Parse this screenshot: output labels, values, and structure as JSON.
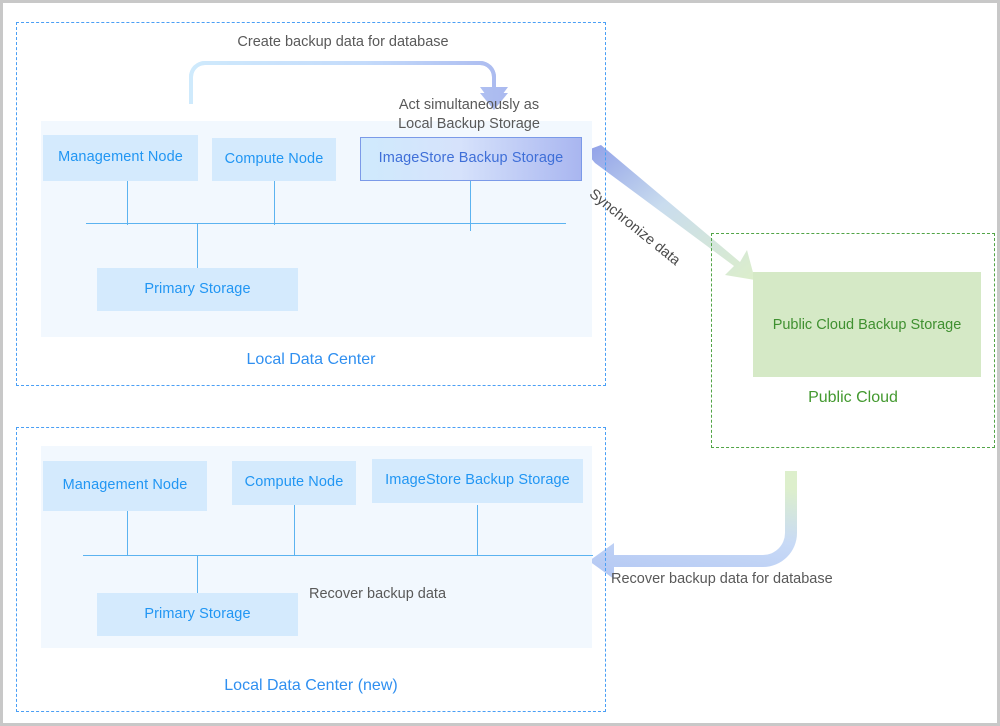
{
  "diagram": {
    "title_top_arrow": "Create backup data for database",
    "local_dc": {
      "caption": "Local Data Center",
      "nodes": [
        {
          "label": "Management Node"
        },
        {
          "label": "Compute Node"
        },
        {
          "label": "ImageStore Backup Storage"
        }
      ],
      "primary_storage": "Primary Storage",
      "note_line1": "Act simultaneously as",
      "note_line2": "Local Backup Storage"
    },
    "public_cloud": {
      "caption": "Public Cloud",
      "storage_label": "Public Cloud Backup Storage"
    },
    "local_dc_new": {
      "caption": "Local Data Center (new)",
      "nodes": [
        {
          "label": "Management Node"
        },
        {
          "label": "Compute Node"
        },
        {
          "label": "ImageStore Backup Storage"
        }
      ],
      "primary_storage": "Primary Storage",
      "recover_label": "Recover backup data"
    },
    "arrows": {
      "sync": "Synchronize data",
      "recover_db": "Recover backup data for database"
    },
    "colors": {
      "node_fill": "#d4eafd",
      "node_text": "#2196f3",
      "panel_fill": "#f2f8fe",
      "dc_border": "#4a9ff5",
      "cloud_border": "#52a447",
      "cloud_fill": "#d5e9c6",
      "cloud_text": "#3f9030",
      "bus_line": "#5cb3f0",
      "arrow_blue": "#cfe3fb",
      "arrow_green": "#dbeecb",
      "note_text": "#595959"
    }
  }
}
